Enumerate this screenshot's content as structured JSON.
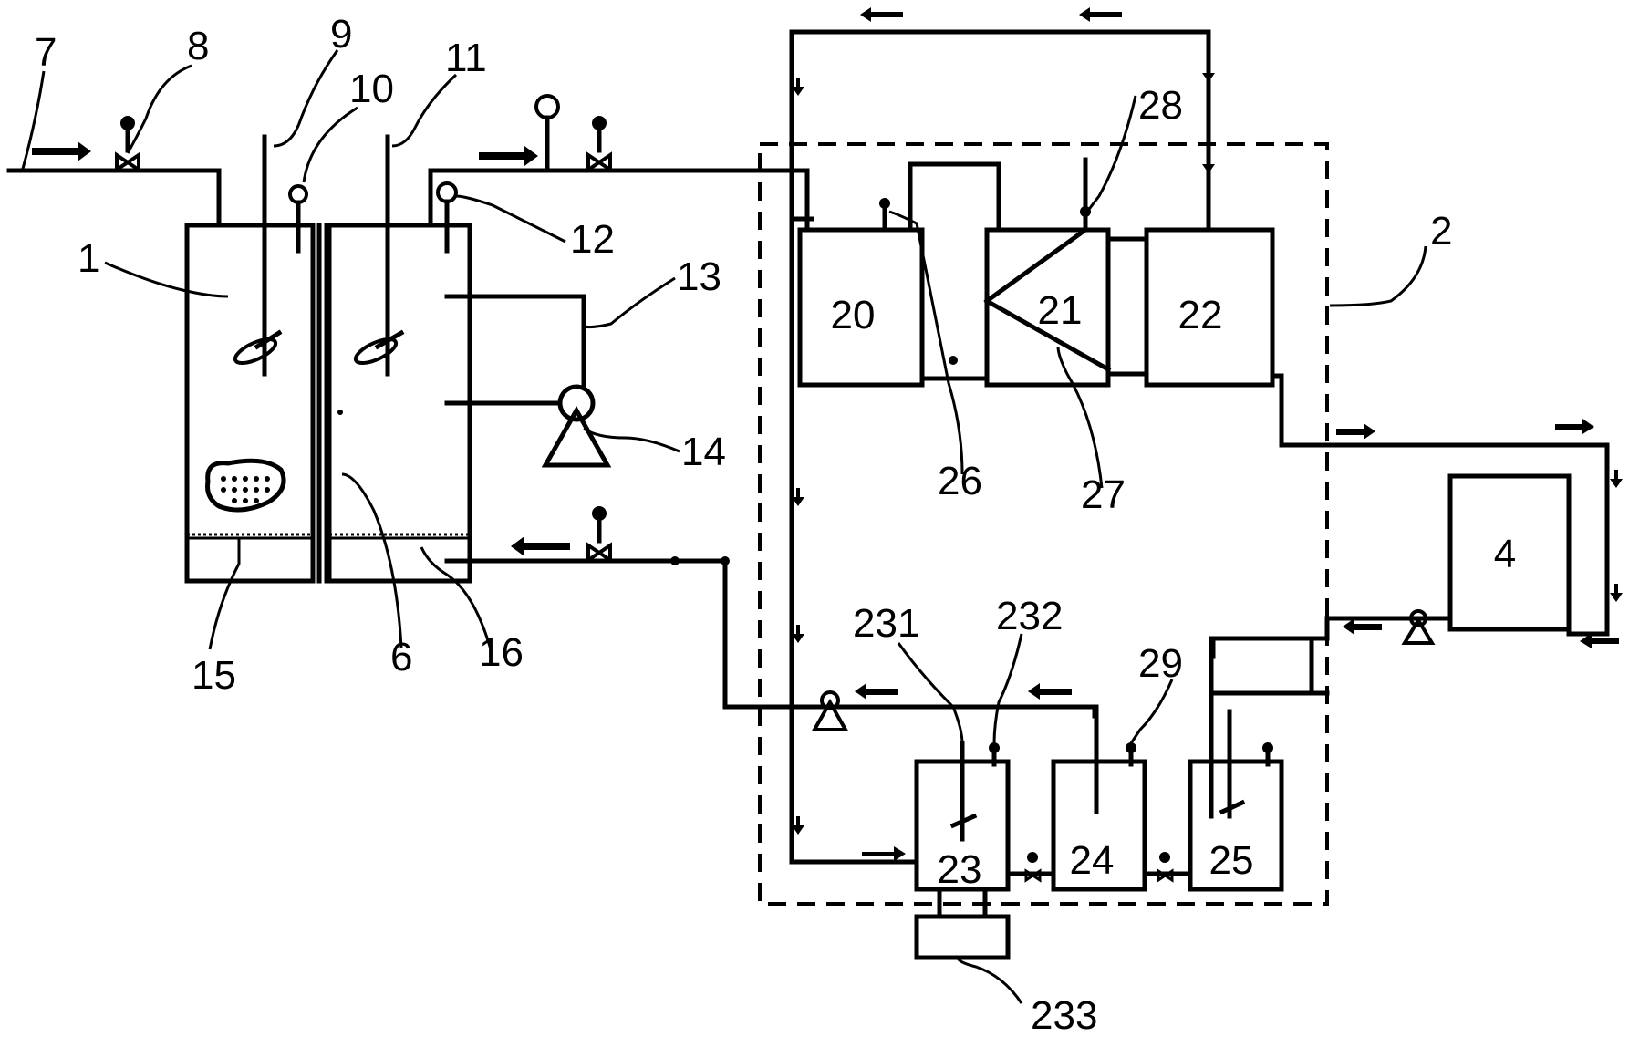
{
  "labels": {
    "l1": "1",
    "l2": "2",
    "l4": "4",
    "l6": "6",
    "l7": "7",
    "l8": "8",
    "l9": "9",
    "l10": "10",
    "l11": "11",
    "l12": "12",
    "l13": "13",
    "l14": "14",
    "l15": "15",
    "l16": "16",
    "l20": "20",
    "l21": "21",
    "l22": "22",
    "l23": "23",
    "l24": "24",
    "l25": "25",
    "l26": "26",
    "l27": "27",
    "l28": "28",
    "l29": "29",
    "l231": "231",
    "l232": "232",
    "l233": "233"
  },
  "colors": {
    "stroke": "#000000",
    "background": "#ffffff"
  }
}
